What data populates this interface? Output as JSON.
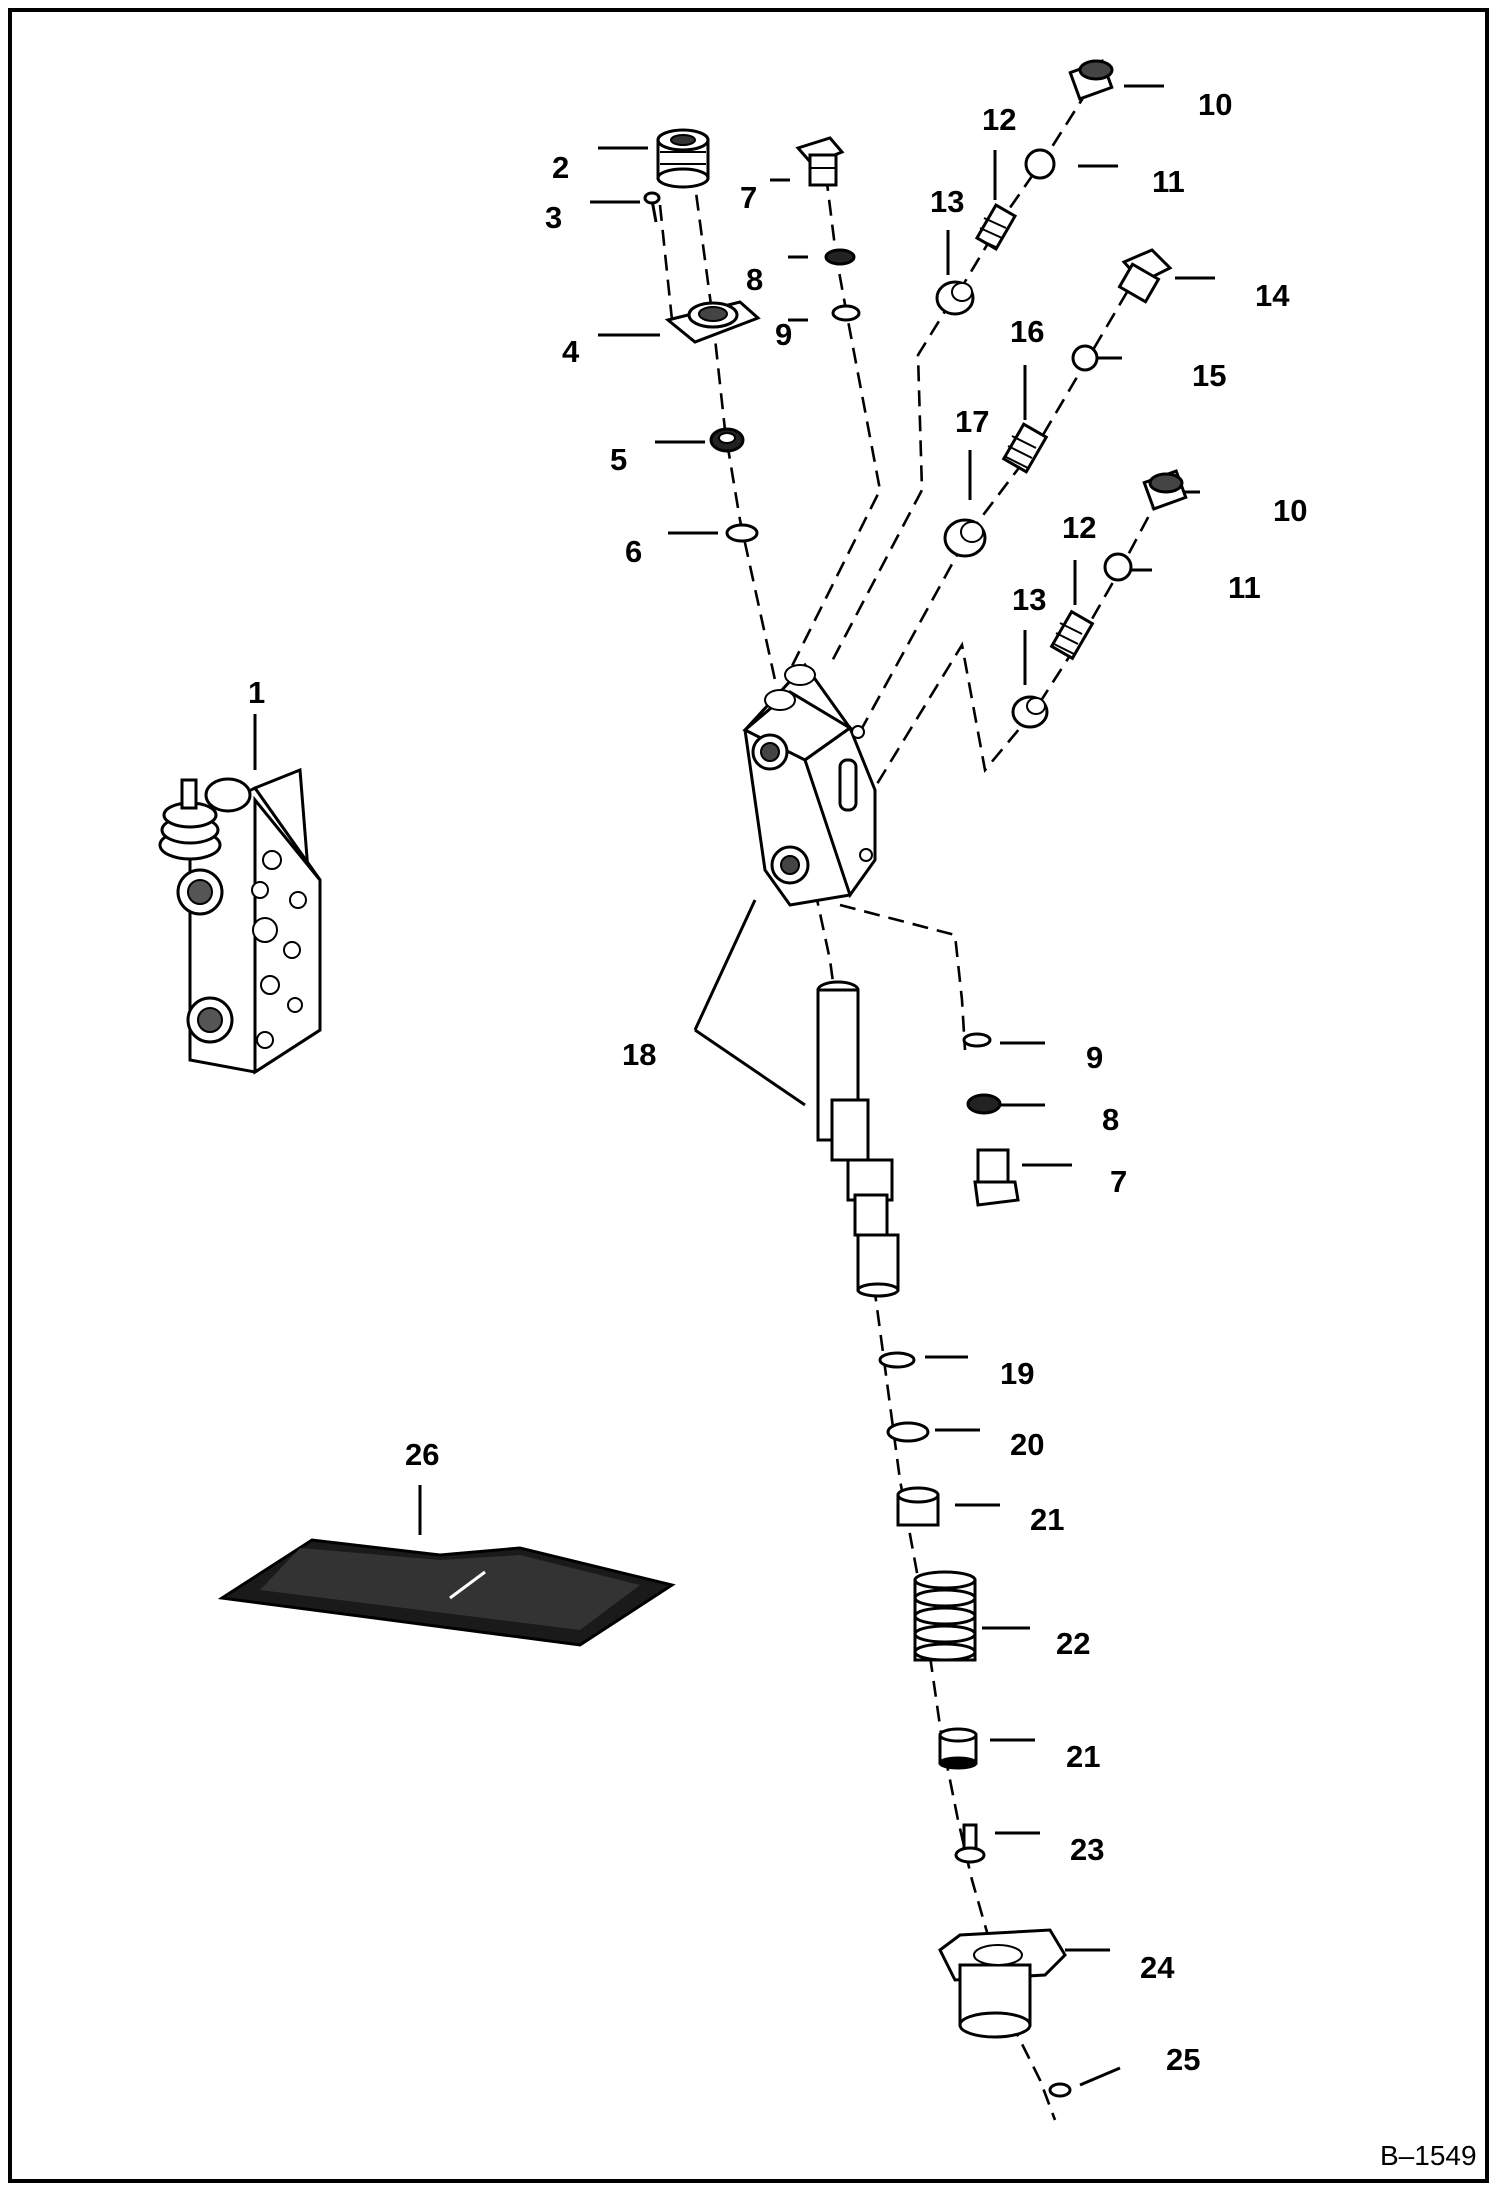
{
  "figure_id": "B–1549",
  "callouts": {
    "c1": "1",
    "c2": "2",
    "c3": "3",
    "c4": "4",
    "c5": "5",
    "c6": "6",
    "c7a": "7",
    "c7b": "7",
    "c8a": "8",
    "c8b": "8",
    "c9a": "9",
    "c9b": "9",
    "c10a": "10",
    "c10b": "10",
    "c11a": "11",
    "c11b": "11",
    "c12a": "12",
    "c12b": "12",
    "c13a": "13",
    "c13b": "13",
    "c14": "14",
    "c15": "15",
    "c16": "16",
    "c17": "17",
    "c18": "18",
    "c19": "19",
    "c20": "20",
    "c21a": "21",
    "c21b": "21",
    "c22": "22",
    "c23": "23",
    "c24": "24",
    "c25": "25",
    "c26": "26"
  },
  "parts": {
    "valve_assembly": "valve-section-icon",
    "spool": "spool-icon",
    "decal": "decal-icon"
  },
  "colors": {
    "ink": "#000000",
    "paper": "#ffffff",
    "shade": "#222222"
  }
}
